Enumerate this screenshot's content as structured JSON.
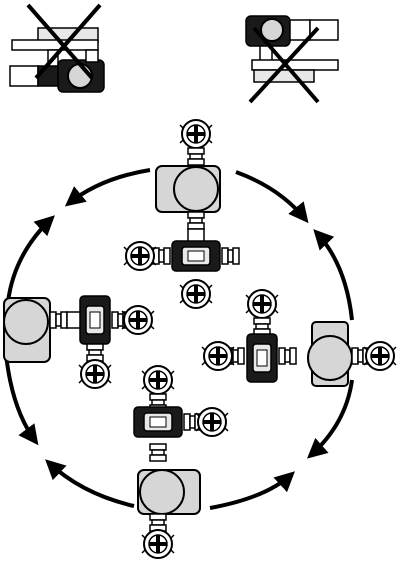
{
  "diagram": {
    "kind": "pump-orientation-illustration",
    "text_labels": [],
    "forbidden_orientations": [
      {
        "name": "motor-up",
        "marker": "cross",
        "allowed": false
      },
      {
        "name": "motor-down",
        "marker": "cross",
        "allowed": false
      }
    ],
    "allowed_orientations": [
      {
        "name": "motor-up",
        "allowed": true
      },
      {
        "name": "motor-left",
        "allowed": true
      },
      {
        "name": "motor-right",
        "allowed": true
      },
      {
        "name": "motor-down",
        "allowed": true
      }
    ],
    "rotation_arrows": {
      "count": 8,
      "direction": "both-ways"
    },
    "colors": {
      "stroke": "#000000",
      "motor_fill": "#d6d6d6",
      "body_fill": "#e8e8e8",
      "dark_fill": "#1a1a1a",
      "background": "#ffffff"
    }
  }
}
